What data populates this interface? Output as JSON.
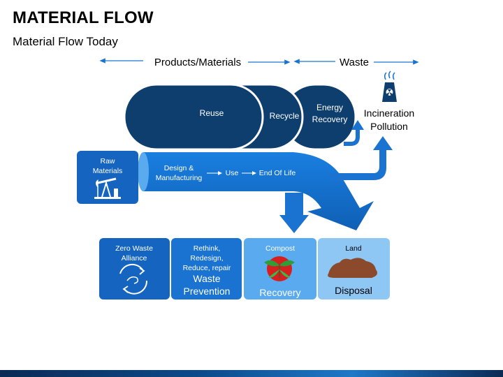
{
  "title": "MATERIAL FLOW",
  "subtitle": "Material Flow Today",
  "top_labels": {
    "products": "Products/Materials",
    "waste": "Waste"
  },
  "loops": {
    "reuse": "Reuse",
    "recycle": "Recycle",
    "energy_line1": "Energy",
    "energy_line2": "Recovery"
  },
  "incineration": {
    "line1": "Incineration",
    "line2": "Pollution"
  },
  "raw_materials": {
    "line1": "Raw",
    "line2": "Materials"
  },
  "flow": {
    "design_line1": "Design &",
    "design_line2": "Manufacturing",
    "use": "Use",
    "end_of_life": "End Of Life"
  },
  "boxes": {
    "zero_waste_line1": "Zero Waste",
    "zero_waste_line2": "Alliance",
    "rethink_line1": "Rethink,",
    "rethink_line2": "Redesign,",
    "rethink_line3": "Reduce, repair",
    "prevention_line1": "Waste",
    "prevention_line2": "Prevention",
    "compost": "Compost",
    "recovery": "Recovery",
    "land": "Land",
    "disposal": "Disposal"
  },
  "colors": {
    "dark_navy": "#0e3e6e",
    "mid_blue": "#1565c0",
    "bright_blue": "#1a73d1",
    "light_blue": "#5aaaf0",
    "pale_blue": "#8ec6f4"
  }
}
